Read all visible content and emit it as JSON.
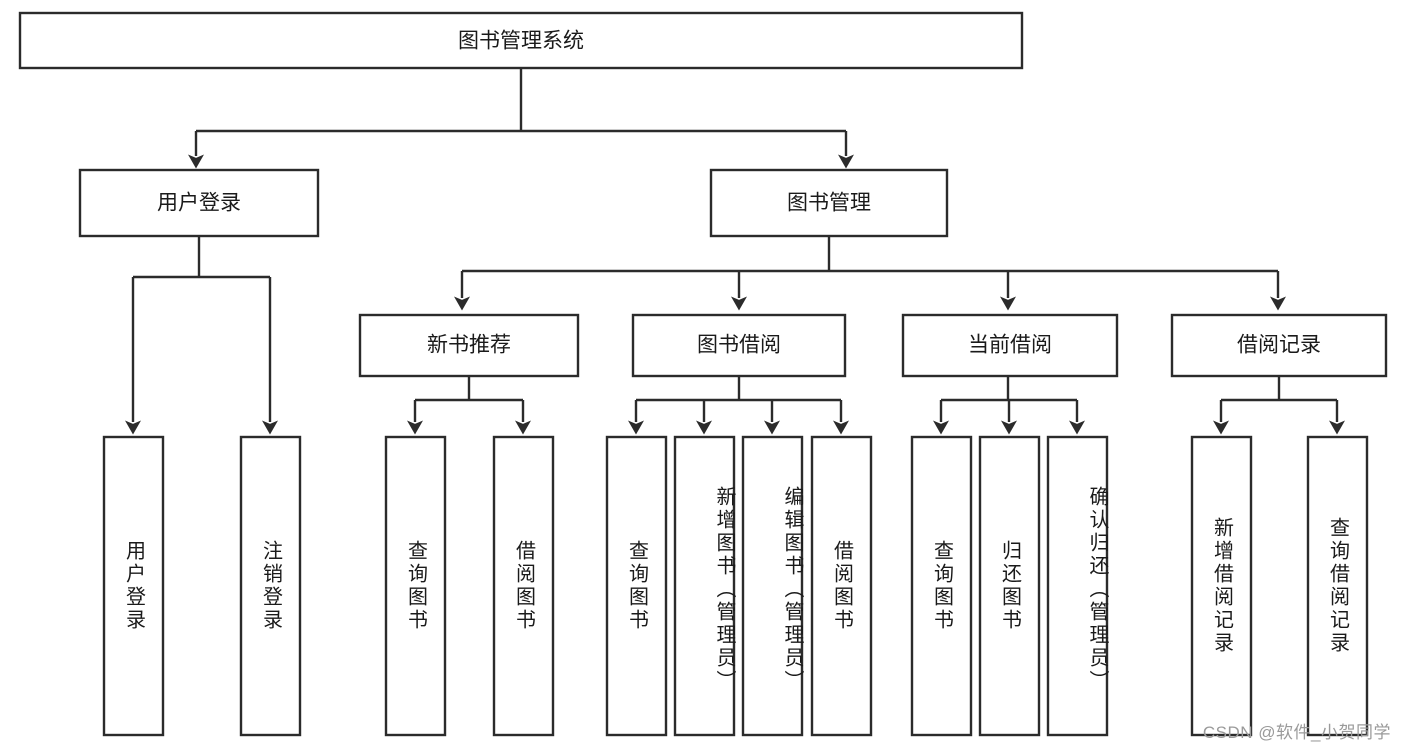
{
  "diagram": {
    "title": "图书管理系统",
    "watermark": "CSDN @软件_小贺同学",
    "type": "tree-hierarchy",
    "orientation": "top-down",
    "box_fill": "#ffffff",
    "box_stroke": "#2b2b2b",
    "text_color": "#1a1a1a",
    "background": "#ffffff"
  },
  "root": {
    "label": "图书管理系统"
  },
  "level2": [
    {
      "label": "用户登录"
    },
    {
      "label": "图书管理"
    }
  ],
  "level3": [
    {
      "label": "新书推荐"
    },
    {
      "label": "图书借阅"
    },
    {
      "label": "当前借阅"
    },
    {
      "label": "借阅记录"
    }
  ],
  "leaves": {
    "user_login": [
      {
        "label": "用户登录"
      },
      {
        "label": "注销登录"
      }
    ],
    "new_book_recommend": [
      {
        "label": "查询图书"
      },
      {
        "label": "借阅图书"
      }
    ],
    "book_borrow": [
      {
        "label": "查询图书"
      },
      {
        "label": "新增图书（管理员）"
      },
      {
        "label": "编辑图书（管理员）"
      },
      {
        "label": "借阅图书"
      }
    ],
    "current_borrow": [
      {
        "label": "查询图书"
      },
      {
        "label": "归还图书"
      },
      {
        "label": "确认归还（管理员）"
      }
    ],
    "borrow_record": [
      {
        "label": "新增借阅记录"
      },
      {
        "label": "查询借阅记录"
      }
    ]
  }
}
